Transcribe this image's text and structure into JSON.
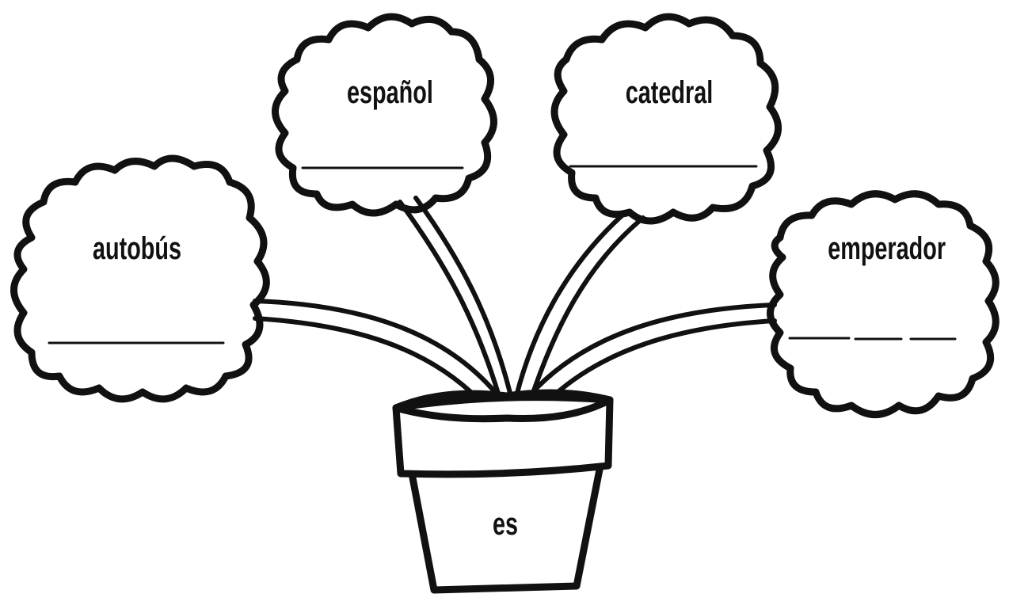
{
  "diagram": {
    "pot_label": "es",
    "flowers": [
      {
        "word": "autobús",
        "answer": ""
      },
      {
        "word": "español",
        "answer": ""
      },
      {
        "word": "catedral",
        "answer": ""
      },
      {
        "word": "emperador",
        "answer": ""
      }
    ]
  }
}
